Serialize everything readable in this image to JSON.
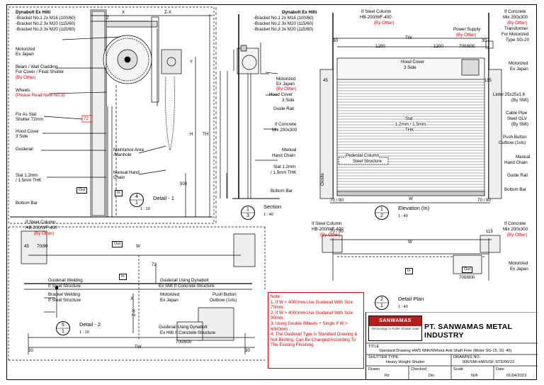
{
  "detail1": {
    "dynabolt": "Dynabolt Ex Hilti",
    "bracket1": "-Bracket No.1 2x M16 (100/60)",
    "bracket2": "-Bracket No.2 3x M20 (115/60)",
    "bracket3": "-Bracket No.3 3x M20 (115/60)",
    "motorized": "Motorized",
    "ex_japan": "Ex Japan",
    "beam": "Beam / Wall Cladding",
    "cover_float": "For Cover / Float Shutter",
    "by_other": "(By Other)",
    "wheels": "Wheels",
    "read_note": "(Please Read Note No.3)",
    "fix_slat": "Fix As Slat",
    "shutter72": "Shutter 72mm",
    "hood_cover": "Hood Cover",
    "three_side": "3 Side",
    "guiderail": "Guiderail",
    "slat": "Slat 1.2mm",
    "slat2": "/ 1.5mm THK",
    "bottom_bar": "Bottom Bar",
    "maintenance": "Maintance Area",
    "manhole": "/Manhole",
    "manual": "Manual Hand",
    "chain": "Chain",
    "out": "Out",
    "in": "In",
    "dim_x": "X",
    "dim_zx": "Z-X",
    "dim_z": "Z",
    "dim_y": "Y",
    "dim_h": "H",
    "dim_th": "TH",
    "dim_500": "500",
    "dim_72": "72",
    "title": "Detail - 1",
    "num_top": "4",
    "num_bot": "1",
    "scale": "1 : 10"
  },
  "section": {
    "dynabolt": "Dynabolt Ex Hilti",
    "bracket1": "-Bracket No.1 2x M16 (100/60)",
    "bracket2": "-Bracket No.2 3x M20 (115/60)",
    "bracket3": "-Bracket No.3 3x M20 (115/60)",
    "motorized": "Motorized",
    "ex_japan": "Ex Japan",
    "hood": "Hood Cover",
    "three_side": "3 Side",
    "guide_rail": "Guide Rail",
    "if_concrete": "If Concrete",
    "mix": "Mix 200x300",
    "by_other": "(By Other)",
    "manual": "Manual",
    "hand_chain": "Hand Chain",
    "slat": "Slat 1.2mm",
    "slat2": "/ 1.5mm THK",
    "bottom_bar": "Bottom Bar",
    "title": "Section",
    "num_top": "1",
    "num_bot": "3",
    "scale": "1 : 40"
  },
  "elevation": {
    "if_steel": "If Steel Column",
    "hb": "HB-200/WF-400",
    "by_other": "(By Other)",
    "if_concrete": "If Concrete",
    "mix": "Mix 200x300",
    "transformer": "Transformer",
    "for_motorized": "For Motorized",
    "type_sg": "Type SG-20",
    "power_supply": "Power Supply",
    "tw": "TW",
    "d30a": "30",
    "d30b": "30",
    "d1200a": "1200",
    "d1200b": "1200",
    "d700": "700/800",
    "hood": "Hood Cover",
    "three_side": "3 Side",
    "motorized": "Motorized",
    "ex_japan": "Ex Japan",
    "d45": "45",
    "d115": "115",
    "lintel": "Lintel 25x25x1.6",
    "by_smi": "(By SMI)",
    "cable": "Cable Pipe",
    "steel": "Steel GLV",
    "push": "Push Button",
    "outbow": "Outbow (1xls)",
    "slat": "Slat",
    "slat_thk": "1.2mm / 1.5mm",
    "thk": "THK",
    "pedestal": "Pedestal Column",
    "steel_structure": "Steel Structure",
    "manual": "Manual",
    "hand_chain": "Hand Chain",
    "guide_rail": "Guide Rail",
    "bottom_bar": "Bottom Bar",
    "w": "W",
    "d70a": "70 / 90",
    "d70b": "70 / 90",
    "onsite": "Onsite",
    "title": "Elevation (In)",
    "num_top": "1",
    "num_bot": "2",
    "scale": "1 : 40"
  },
  "detail2": {
    "if_steel": "If Steel Column",
    "hb": "HB-200/WF-400",
    "by_other": "(By Other)",
    "d45": "45",
    "d70": "70/90",
    "out": "Out",
    "in": "In",
    "w": "W",
    "d72": "72",
    "gw1": "Guiderail Welding",
    "gw2": "If Steel Structure",
    "bw1": "Bracket Welding",
    "bw2": "If Steel Structure",
    "gd1": "Guiderail Using Dynabolt",
    "gd2": "Ex SMI If Concrete Structure",
    "mot": "Motorized",
    "exj": "Ex Japan",
    "push": "Push Button",
    "outbow": "Outbow (1xls)",
    "gd3": "Guiderail Using Dynabolt",
    "gd4": "Ex Hilti If Concrete Structure",
    "zx": "Z-X",
    "x": "X",
    "d700": "700/800",
    "d30a": "30",
    "d30b": "30",
    "tw": "TW",
    "title": "Detail - 2",
    "num_top": "5",
    "num_bot": "1",
    "scale": "1 : 10"
  },
  "plan": {
    "if_steel": "If Steel Column",
    "hb": "HB-200/WF-400",
    "by_other": "(By Other)",
    "if_concrete": "If Concrete",
    "mix": "Mix 200x300",
    "by_other2": "(By Other)",
    "d70": "70 / 90",
    "d115": "115",
    "w": "W",
    "motorized": "Motorized",
    "ex_japan": "Ex Japan",
    "in": "In",
    "out": "Out",
    "d700": "700/800",
    "title": "Detail Plan",
    "num_top": "2",
    "num_bot": "1",
    "scale": "1 : 40"
  },
  "note": {
    "heading": "Note :",
    "items": [
      "1.  If W < 4000mm Use Guiderail With Size 70mm .",
      "2.  If W > 4000mm Use Guiderail With Size 90mm .",
      "3.  Using Double Wheels  + Single If W > 6000mm .",
      "4.  The Guiderail Type Is Standard Drawing & Not Binding, Can Be Changed According To The Existing Finishing"
    ]
  },
  "titleblock": {
    "logo_name": "SANWAMAS",
    "logo_sub": "Technology in Roller Shutter Gate",
    "company": "PT. SANWAMAS METAL INDUSTRY",
    "title_label": "TITLE",
    "title_value": "Standard Drawing HWS With/Without Anti Shaft Free (Motor SG-15, 20, 40)",
    "shutter_type_label": "SHUTTER TYPE",
    "shutter_type_value": "Heavy Weight Shutter",
    "drawing_no_label": "DRAWING NO.",
    "drawing_no_value": "006/SMI-HWS/SF-STD/06/22",
    "drawn_label": "Drawn",
    "drawn_value": "Rz",
    "checked_label": "Checked",
    "checked_value": "Div",
    "scale_label": "Scale",
    "scale_value": "N/A",
    "date_label": "Date",
    "date_value": "01/04/2023"
  }
}
